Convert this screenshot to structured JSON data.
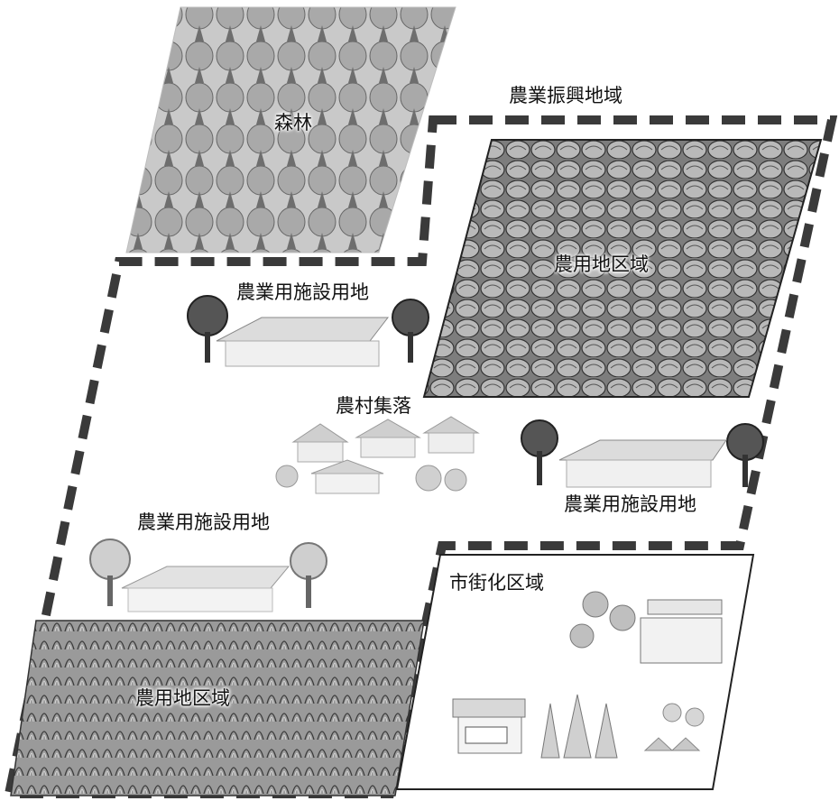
{
  "labels": {
    "promotion_area": "農業振興地域",
    "forest": "森林",
    "farmland_zone_upper": "農用地区域",
    "facility_site_upper": "農業用施設用地",
    "village": "農村集落",
    "facility_site_right": "農業用施設用地",
    "facility_site_left": "農業用施設用地",
    "urbanization_area": "市街化区域",
    "farmland_zone_lower": "農用地区域"
  },
  "colors": {
    "dash_boundary": "#3a3a3a",
    "forest_fill": "#b8b8b8",
    "farmland_fill": "#8a8a8a",
    "tree_dark": "#555555",
    "outline": "#222222"
  }
}
